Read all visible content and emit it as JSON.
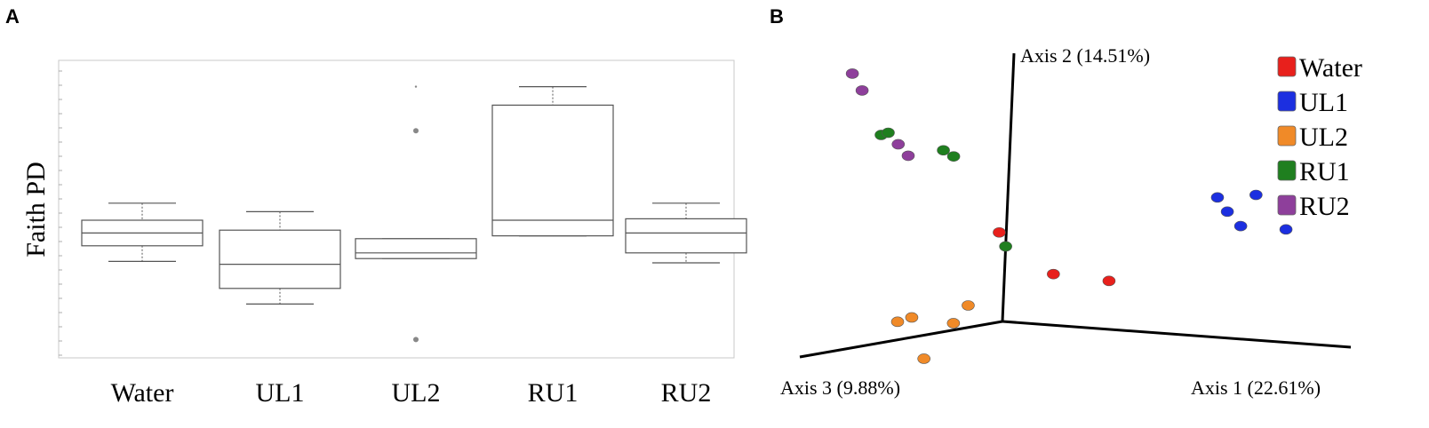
{
  "panels": {
    "a_label": "A",
    "b_label": "B"
  },
  "chart_data": [
    {
      "type": "boxplot",
      "panel": "A",
      "ylabel": "Faith PD",
      "ylim": [
        0,
        1
      ],
      "y_scale_note": "",
      "categories": [
        "Water",
        "UL1",
        "UL2",
        "RU1",
        "RU2"
      ],
      "boxes": [
        {
          "category": "Water",
          "whisker_low": 0.33,
          "q1": 0.385,
          "median": 0.43,
          "q3": 0.475,
          "whisker_high": 0.535,
          "outliers": []
        },
        {
          "category": "UL1",
          "whisker_low": 0.18,
          "q1": 0.235,
          "median": 0.32,
          "q3": 0.44,
          "whisker_high": 0.505,
          "outliers": []
        },
        {
          "category": "UL2",
          "whisker_low": 0.34,
          "q1": 0.34,
          "median": 0.36,
          "q3": 0.41,
          "whisker_high": 0.41,
          "outliers": [
            0.945,
            0.79,
            0.055
          ]
        },
        {
          "category": "RU1",
          "whisker_low": 0.42,
          "q1": 0.42,
          "median": 0.475,
          "q3": 0.88,
          "whisker_high": 0.945,
          "outliers": []
        },
        {
          "category": "RU2",
          "whisker_low": 0.325,
          "q1": 0.36,
          "median": 0.43,
          "q3": 0.48,
          "whisker_high": 0.535,
          "outliers": []
        }
      ]
    },
    {
      "type": "scatter",
      "subtype": "pcoa-3d",
      "panel": "B",
      "axes": [
        {
          "name": "axis1",
          "label": "Axis 1 (22.61%)"
        },
        {
          "name": "axis2",
          "label": "Axis 2 (14.51%)"
        },
        {
          "name": "axis3",
          "label": "Axis 3 (9.88%)"
        }
      ],
      "legend_position": "top-right",
      "series": [
        {
          "name": "Water",
          "color": "#e8201c",
          "points": [
            [
              -0.02,
              0.33
            ],
            [
              0.14,
              0.19
            ],
            [
              0.3,
              0.18
            ]
          ]
        },
        {
          "name": "UL1",
          "color": "#1c2fe0",
          "points": [
            [
              0.6,
              0.52
            ],
            [
              0.71,
              0.54
            ],
            [
              0.63,
              0.47
            ],
            [
              0.67,
              0.42
            ],
            [
              0.8,
              0.42
            ]
          ]
        },
        {
          "name": "UL2",
          "color": "#f08a28",
          "points": [
            [
              -0.1,
              0.05
            ],
            [
              -0.3,
              -0.03
            ],
            [
              -0.26,
              -0.01
            ],
            [
              -0.14,
              -0.02
            ],
            [
              -0.22,
              -0.16
            ]
          ]
        },
        {
          "name": "RU1",
          "color": "#1f7f1f",
          "points": [
            [
              0.0,
              0.28
            ],
            [
              -0.37,
              0.66
            ],
            [
              -0.35,
              0.67
            ],
            [
              -0.19,
              0.62
            ],
            [
              -0.16,
              0.6
            ]
          ]
        },
        {
          "name": "RU2",
          "color": "#8e3f9b",
          "points": [
            [
              -0.46,
              0.88
            ],
            [
              -0.43,
              0.82
            ],
            [
              -0.32,
              0.63
            ],
            [
              -0.29,
              0.59
            ]
          ]
        }
      ]
    }
  ]
}
